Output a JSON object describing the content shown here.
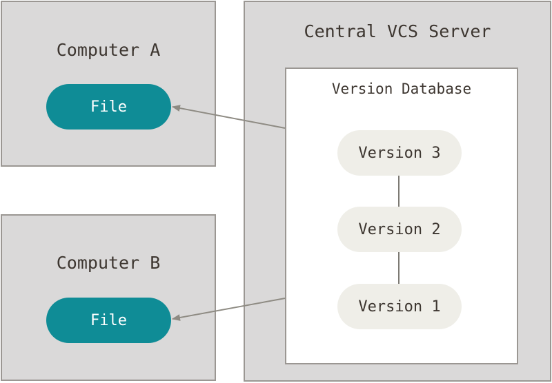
{
  "computer_a": {
    "title": "Computer A",
    "file_label": "File"
  },
  "computer_b": {
    "title": "Computer B",
    "file_label": "File"
  },
  "server": {
    "title": "Central VCS Server",
    "database": {
      "title": "Version Database",
      "versions": [
        "Version 3",
        "Version 2",
        "Version 1"
      ]
    }
  },
  "colors": {
    "box_fill": "#dad9d9",
    "box_border": "#9b9793",
    "file_pill": "#0f8c96",
    "version_pill": "#efeee8",
    "arrow": "#8e8b83",
    "text": "#3d3630"
  }
}
